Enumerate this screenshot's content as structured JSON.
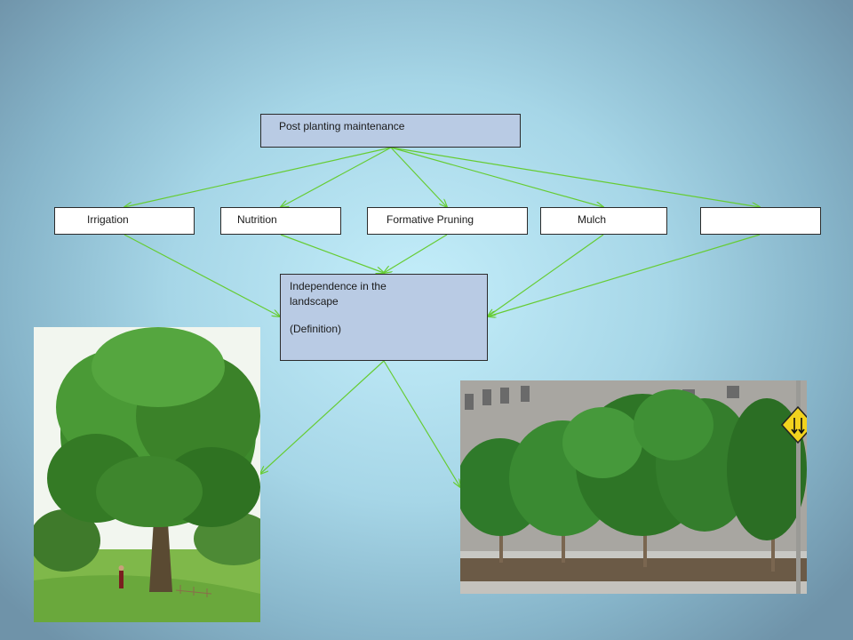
{
  "diagram": {
    "root": {
      "label": "Post planting maintenance"
    },
    "children": [
      {
        "label": "Irrigation"
      },
      {
        "label": "Nutrition"
      },
      {
        "label": "Formative Pruning"
      },
      {
        "label": "Mulch"
      },
      {
        "label": ""
      }
    ],
    "outcome": {
      "line1": "Independence in the",
      "line2": "landscape",
      "note": "(Definition)"
    }
  },
  "colors": {
    "connector": "#66cc33",
    "root_fill": "#b9cbe4",
    "outcome_fill": "#b9cbe4",
    "child_fill": "#ffffff"
  }
}
